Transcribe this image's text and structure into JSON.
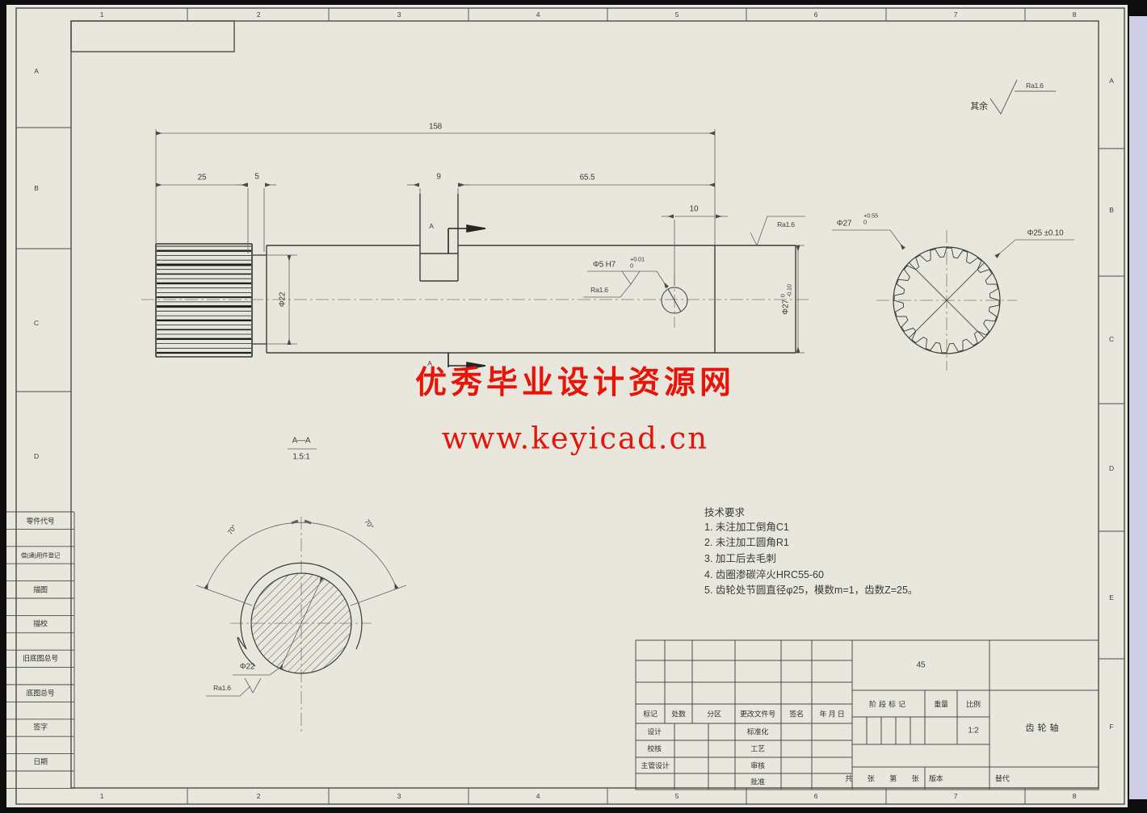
{
  "frame": {
    "top_numbers": [
      "1",
      "2",
      "3",
      "4",
      "5",
      "6",
      "7",
      "8"
    ],
    "bottom_numbers": [
      "1",
      "2",
      "3",
      "4",
      "5",
      "6",
      "7",
      "8"
    ],
    "left_letters": [
      "A",
      "B",
      "C",
      "D"
    ],
    "right_letters": [
      "A",
      "B",
      "C",
      "D",
      "E",
      "F"
    ],
    "side_labels": [
      "零件代号",
      "借(通)用件登记",
      "描图",
      "描校",
      "旧底图总号",
      "底图总号",
      "签字",
      "日期"
    ]
  },
  "general_finish": {
    "prefix": "其余",
    "value": "Ra1.6"
  },
  "main_view": {
    "dim_total_length": "158",
    "dim_gear_width": "25",
    "dim_neck": "5",
    "dim_keyway": "9",
    "dim_mid_length": "65.5",
    "dim_hole_offset": "10",
    "dim_shaft_dia": "Φ22",
    "dim_end_dia": "Φ27",
    "end_dia_tol_upper": "0",
    "end_dia_tol_lower": "-0.10",
    "hole_callout": "Φ5 H7",
    "hole_tol_upper": "+0.01",
    "hole_tol_lower": "0",
    "hole_finish": "Ra1.6",
    "shaft_finish": "Ra1.6",
    "section_letter_top": "A",
    "section_letter_bottom": "A"
  },
  "end_view": {
    "tip_dia": "Φ27",
    "tip_tol_upper": "+0.55",
    "tip_tol_lower": "0",
    "pitch_dia": "Φ25 ±0.10"
  },
  "section_view": {
    "label": "A—A",
    "scale": "1.5:1",
    "dia": "Φ22",
    "finish": "Ra1.6",
    "angle_left": "70°",
    "angle_right": "70°"
  },
  "tech_requirements": {
    "title": "技术要求",
    "items": [
      "1. 未注加工倒角C1",
      "2. 未注加工圆角R1",
      "3. 加工后去毛刺",
      "4. 齿圈渗碳淬火HRC55-60",
      "5. 齿轮处节圆直径φ25，模数m=1，齿数Z=25。"
    ]
  },
  "watermark": {
    "line1": "优秀毕业设计资源网",
    "line2": "www.keyicad.cn",
    "color": "#e81408"
  },
  "title_block": {
    "rev_headers": [
      "标记",
      "处数",
      "分区",
      "更改文件号",
      "签名",
      "年 月 日"
    ],
    "sign_rows": [
      {
        "left": "设计",
        "right": "标准化"
      },
      {
        "left": "校核",
        "right": "工艺"
      },
      {
        "left": "主管设计",
        "right": "审核"
      },
      {
        "left": "",
        "right": "批准"
      }
    ],
    "material": "45",
    "stage_label": "阶段标记",
    "weight_label": "重量",
    "scale_label": "比例",
    "scale_value": "1:2",
    "part_name": "齿轮轴",
    "sheet_info": "共 张 第 张",
    "version_label": "版本",
    "replace_label": "替代"
  }
}
